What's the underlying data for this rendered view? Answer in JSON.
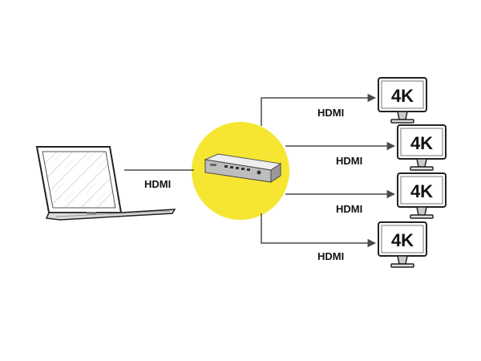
{
  "colors": {
    "line": "#4a4a4a",
    "highlight_circle": "#f6e632",
    "device_body": "#cfcfcf",
    "screen_border": "#222222"
  },
  "labels": {
    "laptop_link": "HDMI",
    "output_1": "HDMI",
    "output_2": "HDMI",
    "output_3": "HDMI",
    "output_4": "HDMI"
  },
  "monitors": [
    {
      "badge": "4K"
    },
    {
      "badge": "4K"
    },
    {
      "badge": "4K"
    },
    {
      "badge": "4K"
    }
  ],
  "icons": {
    "source": "laptop-icon",
    "device": "hdmi-splitter-icon",
    "display": "monitor-icon"
  }
}
